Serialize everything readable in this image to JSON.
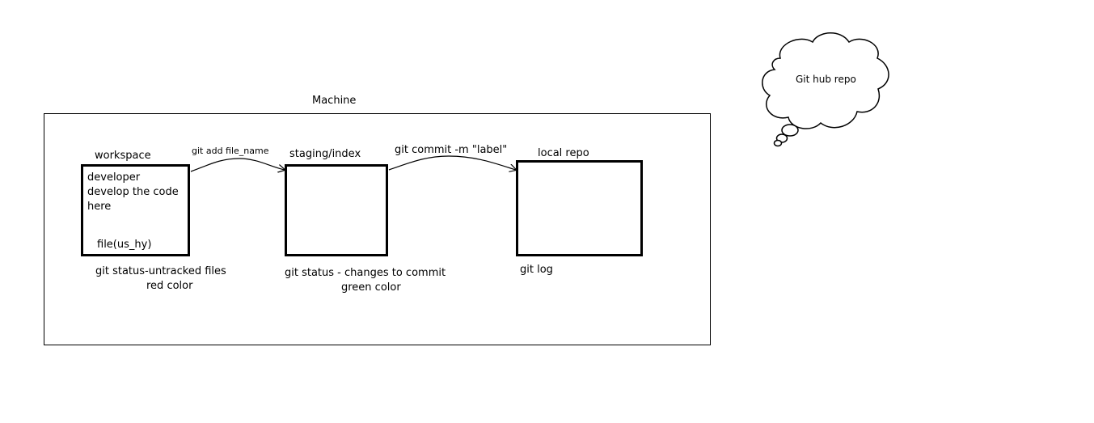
{
  "machine": {
    "label": "Machine"
  },
  "workspace": {
    "title": "workspace",
    "content_line1": "developer",
    "content_line2": "develop the code",
    "content_line3": "here",
    "file_label": "file(us_hy)",
    "status_line1": "git status-untracked files",
    "status_line2": "red color"
  },
  "staging": {
    "title": "staging/index",
    "status_line1": "git status - changes to commit",
    "status_line2": "green color"
  },
  "local_repo": {
    "title": "local repo",
    "status_line1": "git log"
  },
  "arrows": {
    "add_label": "git add file_name",
    "commit_label": "git commit -m \"label\""
  },
  "remote": {
    "label": "Git hub repo",
    "icon": "cloud-icon"
  }
}
